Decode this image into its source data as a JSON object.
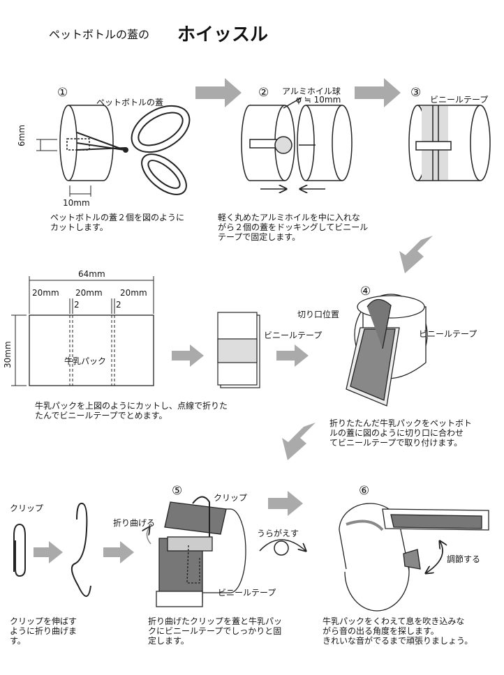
{
  "title": {
    "sub": "ペットボトルの蓋の",
    "main": "ホイッスル"
  },
  "steps": {
    "s1": {
      "num": "①",
      "label": "ペットボトルの蓋",
      "dim_h": "6mm",
      "dim_w": "10mm",
      "caption": "ペットボトルの蓋２個を図のように\nカットします。"
    },
    "s2": {
      "num": "②",
      "label1": "アルミホイル球",
      "label2": "φ ≒ 10mm",
      "caption": "軽く丸めたアルミホイルを中に入れな\nがら２個の蓋をドッキングしてビニール\nテープで固定します。"
    },
    "s3": {
      "num": "③",
      "label": "ビニールテープ"
    },
    "milk": {
      "total": "64mm",
      "seg1": "20mm",
      "seg2": "20mm",
      "seg3": "20mm",
      "gap1": "2",
      "gap2": "2",
      "height": "30mm",
      "label": "牛乳パック",
      "caption": "牛乳パックを上図のようにカットし、点線で折りた\nたんでビニールテープでとめます。"
    },
    "folded": {
      "label": "ビニールテープ"
    },
    "s4": {
      "num": "④",
      "label_cut": "切り口位置",
      "label_tape": "ビニールテープ",
      "caption": "折りたたんだ牛乳パックをペットボト\nルの蓋に図のように切り口に合わせ\nてビニールテープで取り付けます。"
    },
    "clip": {
      "label": "クリップ",
      "caption": "クリップを伸ばす\nように折り曲げま\nす。"
    },
    "s5": {
      "num": "⑤",
      "label_clip": "クリップ",
      "label_bend": "折り曲げる",
      "label_tape": "ビニールテープ",
      "caption": "折り曲げたクリップを蓋と牛乳パッ\nクにビニールテープでしっかりと固\n定します。"
    },
    "flip": {
      "label": "うらがえす"
    },
    "s6": {
      "num": "⑥",
      "label": "調節する",
      "caption": "牛乳パックをくわえて息を吹き込みな\nがら音の出る角度を探します。\nきれいな音がでるまで頑張りましょう。"
    }
  }
}
